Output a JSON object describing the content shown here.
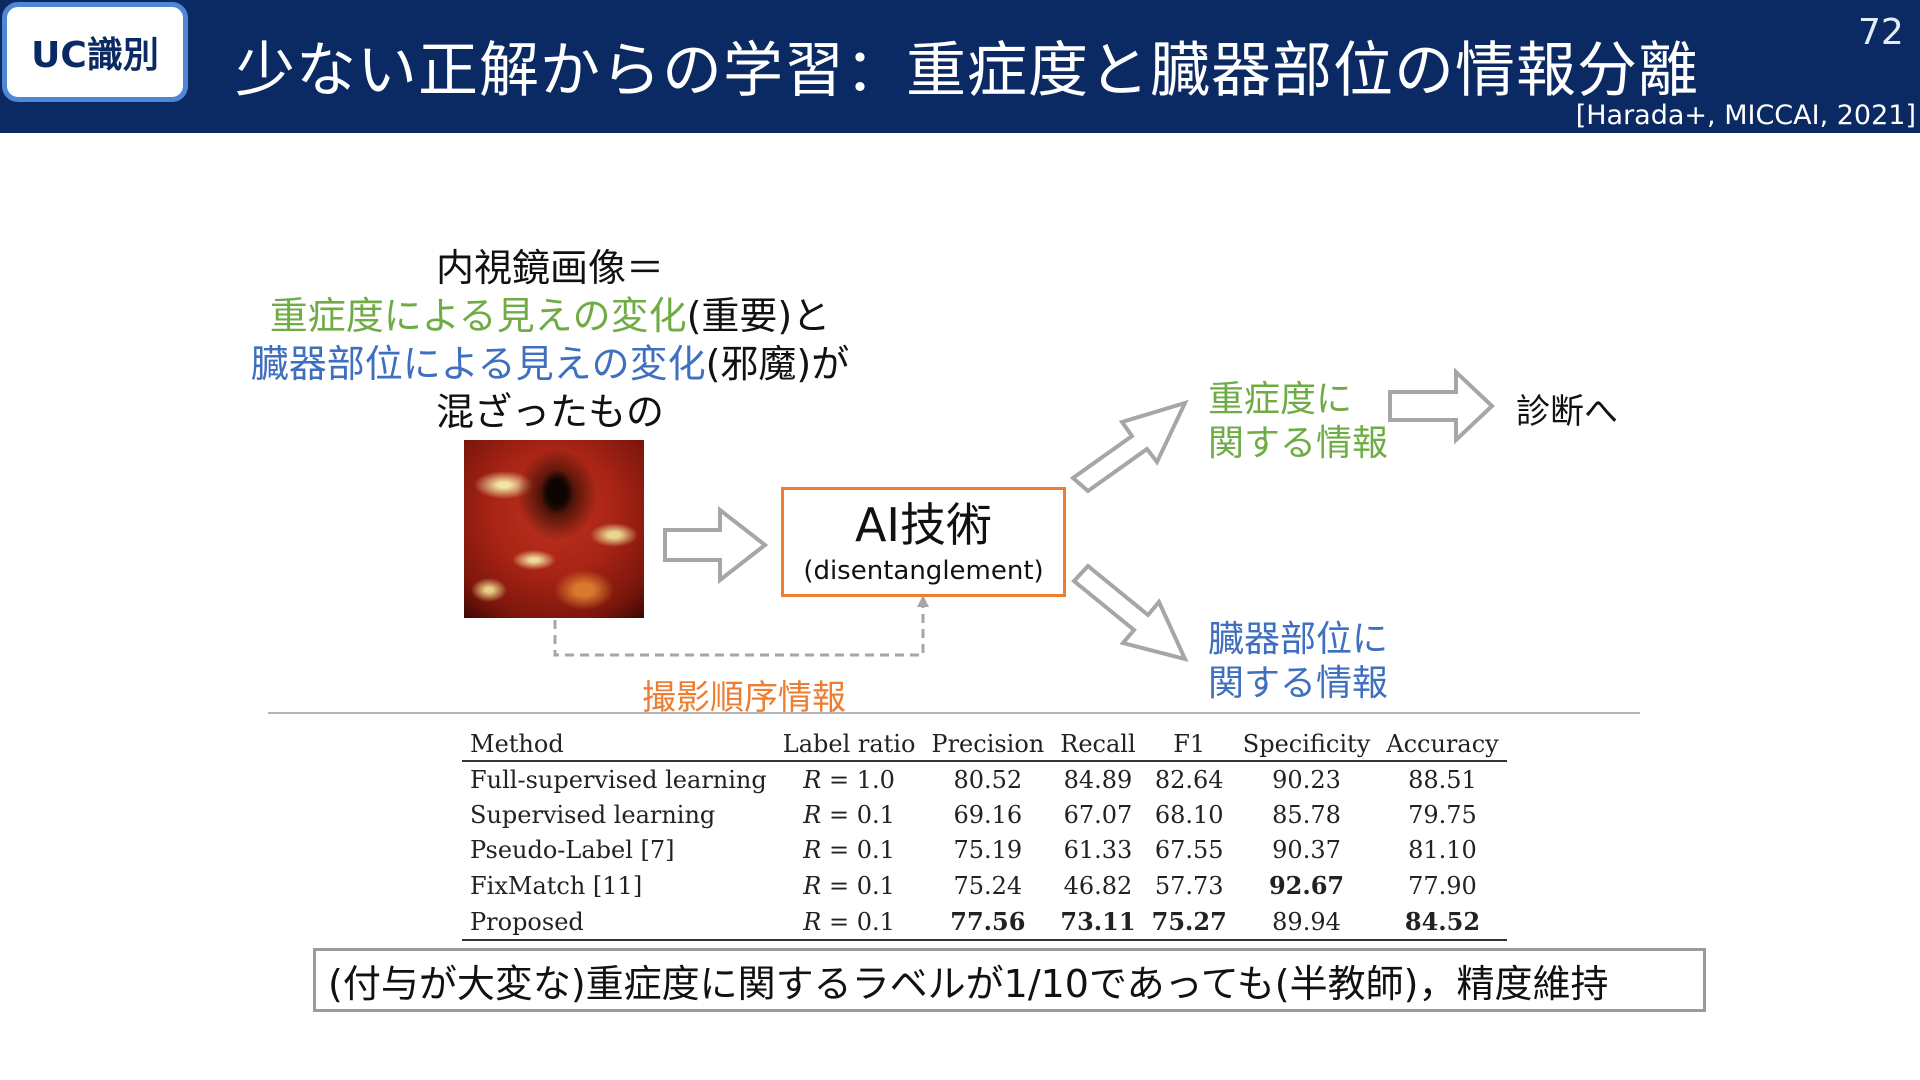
{
  "header": {
    "tag": "UC識別",
    "title": "少ない正解からの学習：重症度と臓器部位の情報分離",
    "page_number": "72",
    "citation": "[Harada+, MICCAI, 2021]"
  },
  "diagram": {
    "description_lines": {
      "line1": "内視鏡画像＝",
      "line2_colored": "重症度による見えの変化",
      "line2_rest": "(重要)と",
      "line3_colored": "臓器部位による見えの変化",
      "line3_rest": "(邪魔)が",
      "line4": "混ざったもの"
    },
    "ai_box": {
      "title": "AI技術",
      "subtitle": "(disentanglement)"
    },
    "severity_info": {
      "line1": "重症度に",
      "line2": "関する情報"
    },
    "organ_info": {
      "line1": "臓器部位に",
      "line2": "関する情報"
    },
    "diagnosis": "診断へ",
    "sequence_info": "撮影順序情報",
    "colors": {
      "green": "#6fac46",
      "blue": "#3f6fbf",
      "orange": "#ed7d31",
      "header": "#0b2a63"
    }
  },
  "table": {
    "headers": [
      "Method",
      "Label ratio",
      "Precision",
      "Recall",
      "F1",
      "Specificity",
      "Accuracy"
    ],
    "ratio_var": "R",
    "rows": [
      {
        "method": "Full-supervised learning",
        "ratio": " = 1.0",
        "precision": "80.52",
        "recall": "84.89",
        "f1": "82.64",
        "specificity": "90.23",
        "accuracy": "88.51"
      },
      {
        "method": "Supervised learning",
        "ratio": " = 0.1",
        "precision": "69.16",
        "recall": "67.07",
        "f1": "68.10",
        "specificity": "85.78",
        "accuracy": "79.75"
      },
      {
        "method": "Pseudo-Label [7]",
        "ratio": " = 0.1",
        "precision": "75.19",
        "recall": "61.33",
        "f1": "67.55",
        "specificity": "90.37",
        "accuracy": "81.10"
      },
      {
        "method": "FixMatch [11]",
        "ratio": " = 0.1",
        "precision": "75.24",
        "recall": "46.82",
        "f1": "57.73",
        "specificity": "92.67",
        "accuracy": "77.90"
      },
      {
        "method": "Proposed",
        "ratio": " = 0.1",
        "precision": "77.56",
        "recall": "73.11",
        "f1": "75.27",
        "specificity": "89.94",
        "accuracy": "84.52"
      }
    ]
  },
  "conclusion": "(付与が大変な)重症度に関するラベルが1/10であっても(半教師)，精度維持"
}
